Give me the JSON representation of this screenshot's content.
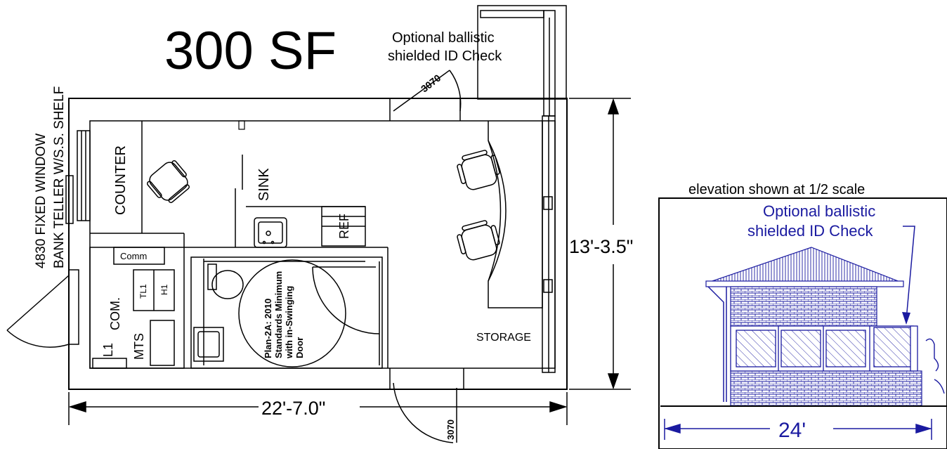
{
  "plan": {
    "title": "300 SF",
    "id_check_note_line1": "Optional ballistic",
    "id_check_note_line2": "shielded ID Check",
    "window_note_line1": "4830 FIXED WINDOW",
    "window_note_line2": "BANK TELLER W/S.S. SHELF",
    "door_top_tag": "3070",
    "door_bottom_tag": "3070",
    "counter_label": "COUNTER",
    "sink_label": "SINK",
    "ref_label": "REF",
    "comm_label": "Comm",
    "com_label": "COM.",
    "tl1_label": "TL1",
    "h1_label": "H1",
    "mts_label": "MTS",
    "l1_label": "L1",
    "storage_label": "STORAGE",
    "restroom_note_line1": "Plan-2A: 2010",
    "restroom_note_line2": "Standards Minimum",
    "restroom_note_line3": "with in-Swinging",
    "restroom_note_line4": "Door",
    "height_dim": "13'-3.5\"",
    "width_dim": "22'-7.0\""
  },
  "elevation": {
    "caption": "elevation shown at 1/2 scale",
    "note_line1": "Optional ballistic",
    "note_line2": "shielded ID Check",
    "width_dim": "24'"
  },
  "colors": {
    "line": "#000000",
    "elevation_blue": "#1a1aa0"
  }
}
